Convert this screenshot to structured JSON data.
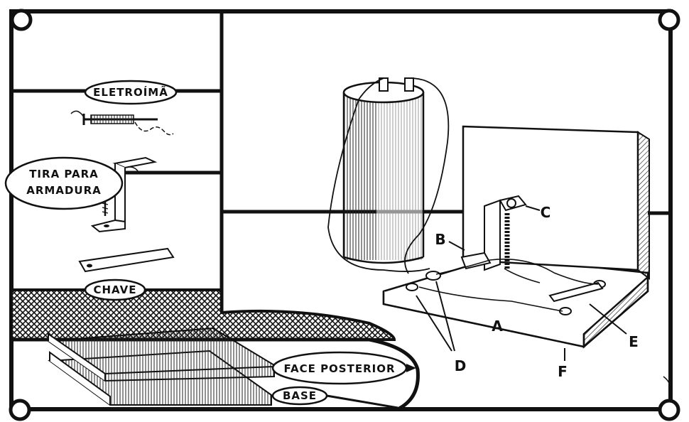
{
  "labels": {
    "eletroima": "ELETROÍMÃ",
    "tira_line1": "TIRA PARA",
    "tira_line2": "ARMADURA",
    "chave": "CHAVE",
    "face_posterior": "FACE POSTERIOR",
    "base": "BASE"
  },
  "letters": {
    "a": "A",
    "b": "B",
    "c": "C",
    "d": "D",
    "e": "E",
    "f": "F"
  }
}
